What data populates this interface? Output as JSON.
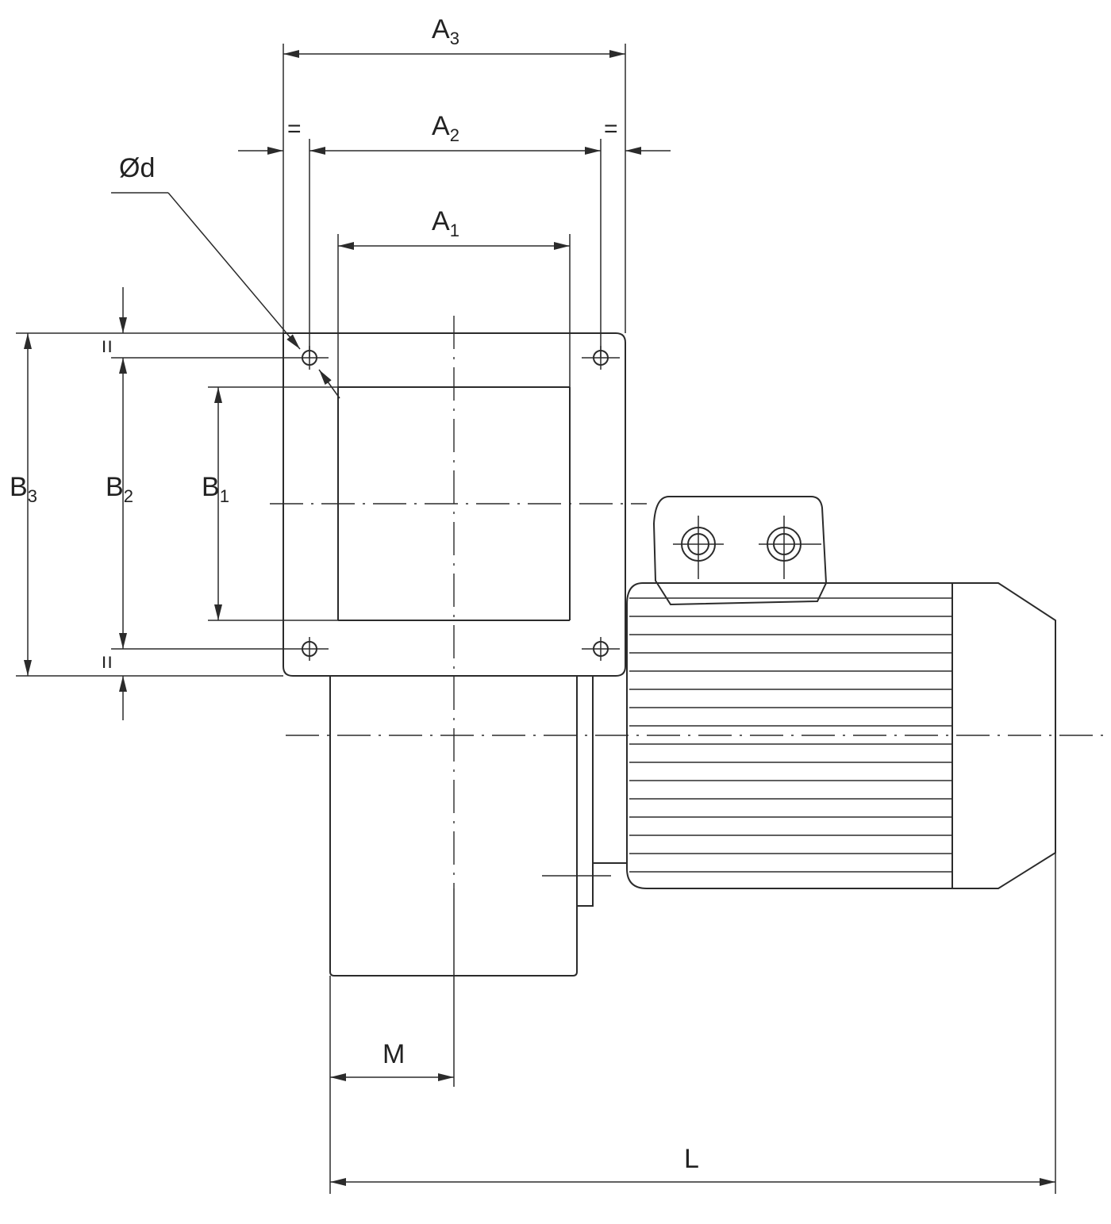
{
  "dimensions": {
    "a3": {
      "base": "A",
      "sub": "3"
    },
    "a2": {
      "base": "A",
      "sub": "2"
    },
    "a1": {
      "base": "A",
      "sub": "1"
    },
    "b3": {
      "base": "B",
      "sub": "3"
    },
    "b2": {
      "base": "B",
      "sub": "2"
    },
    "b1": {
      "base": "B",
      "sub": "1"
    },
    "d": "Ød",
    "m": "M",
    "l": "L"
  },
  "equal_mark": "="
}
